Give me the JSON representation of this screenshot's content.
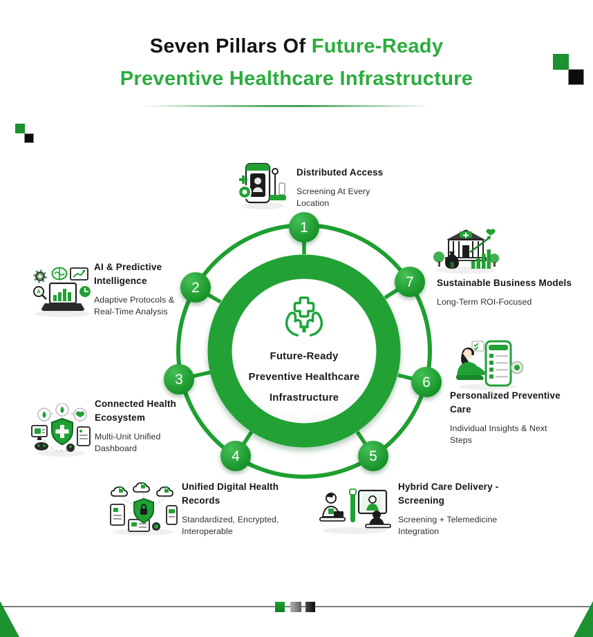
{
  "title": {
    "line1_black": "Seven Pillars Of",
    "line1_green": "Future-Ready",
    "line2_green": "Preventive Healthcare Infrastructure"
  },
  "center": {
    "icon": "hands-holding-medical-cross-icon",
    "lines": [
      "Future-Ready",
      "Preventive Healthcare",
      "Infrastructure"
    ]
  },
  "pillars": [
    {
      "number": "1",
      "title": "Distributed Access",
      "description": "Screening At Every Location",
      "icon": "screening-kiosk-icon"
    },
    {
      "number": "2",
      "title": "AI & Predictive Intelligence",
      "description": "Adaptive Protocols & Real-Time Analysis",
      "icon": "ai-analytics-laptop-icon"
    },
    {
      "number": "3",
      "title": "Connected Health Ecosystem",
      "description": "Multi-Unit Unified Dashboard",
      "icon": "connected-shield-devices-icon"
    },
    {
      "number": "4",
      "title": "Unified Digital Health Records",
      "description": "Standardized, Encrypted, Interoperable",
      "icon": "encrypted-cloud-records-icon"
    },
    {
      "number": "5",
      "title": "Hybrid Care Delivery - Screening",
      "description": "Screening + Telemedicine Integration",
      "icon": "telemedicine-consult-icon"
    },
    {
      "number": "6",
      "title": "Personalized Preventive Care",
      "description": "Individual Insights & Next Steps",
      "icon": "personal-health-app-icon"
    },
    {
      "number": "7",
      "title": "Sustainable Business Models",
      "description": "Long-Term ROI-Focused",
      "icon": "clinic-growth-chart-icon"
    }
  ],
  "colors": {
    "brand_green": "#21A134",
    "title_green": "#2BAC3E",
    "ring_green": "#1E9F31",
    "dark": "#141414",
    "footer_gray": "#7C7C7C"
  }
}
